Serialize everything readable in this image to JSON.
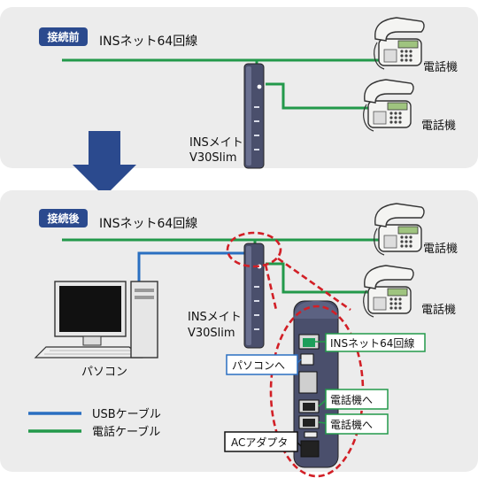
{
  "before": {
    "badge": "接続前",
    "line_label": "INSネット64回線",
    "device_label_1": "INSメイト",
    "device_label_2": "V30Slim",
    "phone_label_1": "電話機",
    "phone_label_2": "電話機"
  },
  "after": {
    "badge": "接続後",
    "line_label": "INSネット64回線",
    "device_label_1": "INSメイト",
    "device_label_2": "V30Slim",
    "phone_label_1": "電話機",
    "phone_label_2": "電話機",
    "pc_label": "パソコン"
  },
  "callouts": {
    "ins_line": "INSネット64回線",
    "to_pc": "パソコンへ",
    "to_phone_1": "電話機へ",
    "to_phone_2": "電話機へ",
    "ac_adapter": "ACアダプタ"
  },
  "legend": {
    "usb_cable": "USBケーブル",
    "phone_cable": "電話ケーブル"
  },
  "colors": {
    "panel_bg": "#ececec",
    "badge_bg": "#2b4a8e",
    "arrow": "#2b4a8e",
    "usb_cable": "#2a6fc1",
    "phone_cable": "#22994a",
    "highlight": "#d21f26",
    "device_body": "#4a4f6c",
    "callout_blue": "#2a6fc1",
    "callout_green": "#22994a"
  }
}
